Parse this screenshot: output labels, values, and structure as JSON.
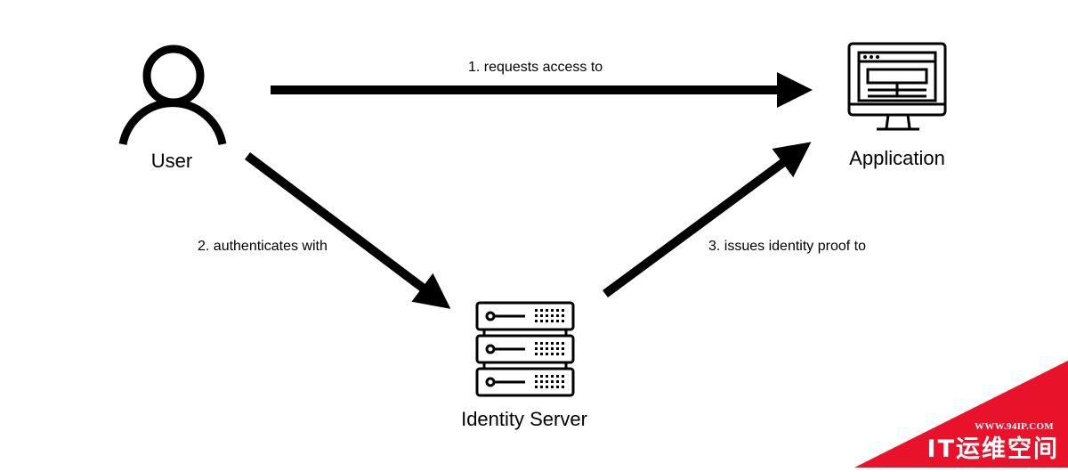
{
  "nodes": {
    "user": {
      "label": "User",
      "icon": "user-icon"
    },
    "application": {
      "label": "Application",
      "icon": "monitor-icon"
    },
    "identity_server": {
      "label": "Identity Server",
      "icon": "server-rack-icon"
    }
  },
  "edges": [
    {
      "from": "User",
      "to": "Application",
      "label": "1. requests access to"
    },
    {
      "from": "User",
      "to": "Identity Server",
      "label": "2. authenticates with"
    },
    {
      "from": "Identity Server",
      "to": "Application",
      "label": "3. issues identity proof to"
    }
  ],
  "watermark": {
    "url": "WWW.94IP.COM",
    "brand": "IT运维空间",
    "color": "#e8132a"
  },
  "colors": {
    "stroke": "#000000",
    "background": "#ffffff"
  }
}
